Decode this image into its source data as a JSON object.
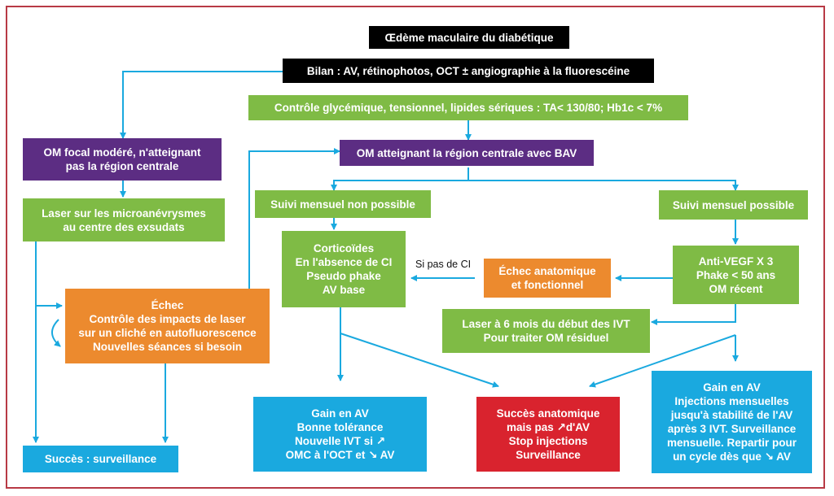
{
  "colors": {
    "frame": "#b83a45",
    "arrow": "#1aa9df",
    "black": "#000000",
    "green": "#7fbb45",
    "purple": "#5c2d83",
    "orange": "#ec8a2e",
    "blue": "#1aa9df",
    "red": "#d9232e"
  },
  "title": "Œdème maculaire du diabétique",
  "bilan": "Bilan : AV, rétinophotos, OCT ± angiographie à la fluorescéine",
  "controle": "Contrôle glycémique, tensionnel, lipides sériques : TA< 130/80; Hb1c < 7%",
  "om_focal": [
    "OM focal modéré, n'atteignant",
    "pas la région centrale"
  ],
  "om_central": "OM atteignant la région centrale avec BAV",
  "laser_micro": [
    "Laser sur les microanévrysmes",
    "au centre des exsudats"
  ],
  "suivi_non": "Suivi mensuel non possible",
  "suivi_oui": "Suivi mensuel possible",
  "cortico": [
    "Corticoïdes",
    "En l'absence de CI",
    "Pseudo phake",
    "AV base"
  ],
  "si_pas_ci": "Si pas de CI",
  "echec_anat": [
    "Échec anatomique",
    "et fonctionnel"
  ],
  "anti_vegf": [
    "Anti-VEGF X 3",
    "Phake < 50 ans",
    "OM récent"
  ],
  "echec_laser": [
    "Échec",
    "Contrôle des impacts de laser",
    "sur un cliché en autofluorescence",
    "Nouvelles séances si besoin"
  ],
  "laser_6mois": [
    "Laser à 6 mois du début des IVT",
    "Pour traiter OM résiduel"
  ],
  "gain_left": [
    "Gain en AV",
    "Bonne tolérance",
    "Nouvelle IVT si ↗",
    "OMC à l'OCT et ↘ AV"
  ],
  "succes_anat": [
    "Succès anatomique",
    "mais pas ↗d'AV",
    "Stop injections",
    "Surveillance"
  ],
  "gain_right": [
    "Gain en AV",
    "Injections mensuelles",
    "jusqu'à stabilité de l'AV",
    "après 3 IVT. Surveillance",
    "mensuelle. Repartir pour",
    "un cycle dès que ↘ AV"
  ],
  "succes_surv": "Succès : surveillance"
}
